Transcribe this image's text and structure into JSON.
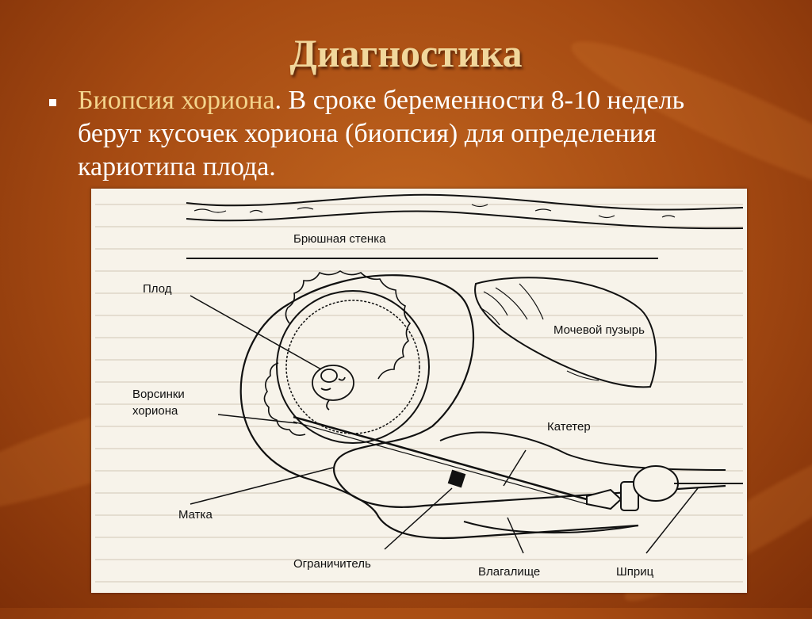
{
  "slide": {
    "title": "Диагностика",
    "bullet": {
      "highlight": "Биопсия хориона",
      "text": ". В сроке беременности 8-10 недель берут кусочек хориона (биопсия) для определения кариотипа плода."
    }
  },
  "figure": {
    "labels": {
      "abdominal_wall": "Брюшная стенка",
      "fetus": "Плод",
      "bladder": "Мочевой пузырь",
      "villi_line1": "Ворсинки",
      "villi_line2": "хориона",
      "catheter": "Катетер",
      "uterus": "Матка",
      "limiter": "Ограничитель",
      "vagina": "Влагалище",
      "syringe": "Шприц"
    }
  },
  "colors": {
    "background": "#a54a12",
    "title": "#f1d79c",
    "highlight": "#f3d48c",
    "text": "#ffffff",
    "figure_bg": "#f7f3ea"
  }
}
